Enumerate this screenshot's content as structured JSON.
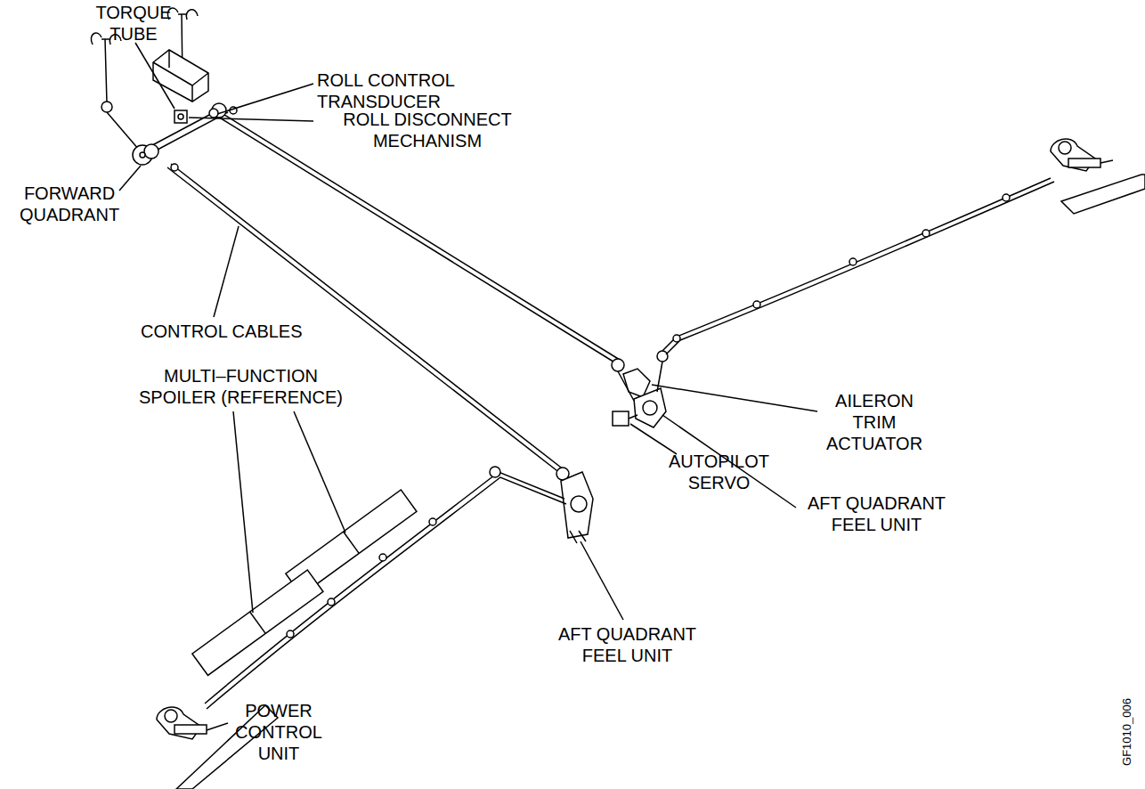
{
  "diagram": {
    "labels": [
      "TORQUE TUBE",
      "ROLL CONTROL TRANSDUCER",
      "ROLL DISCONNECT MECHANISM",
      "FORWARD QUADRANT",
      "CONTROL CABLES",
      "MULTI–FUNCTION SPOILER (REFERENCE)",
      "AILERON TRIM ACTUATOR",
      "AUTOPILOT SERVO",
      "AFT QUADRANT FEEL UNIT",
      "AFT QUADRANT FEEL UNIT",
      "POWER CONTROL UNIT",
      "GF1010_006"
    ]
  }
}
